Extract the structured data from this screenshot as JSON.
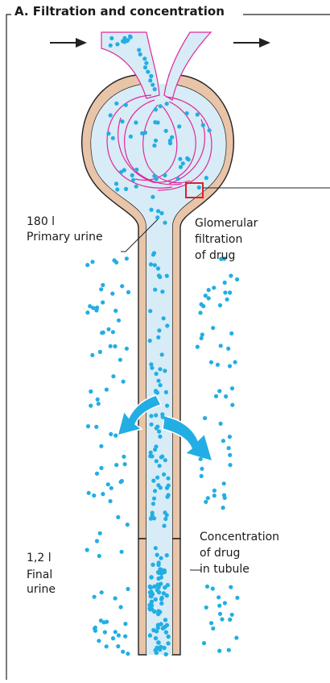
{
  "panel": {
    "title": "A. Filtration and concentration"
  },
  "labels": {
    "primary_volume": "180 l",
    "primary_urine": "Primary urine",
    "glomerular_filtration": "Glomerular\nfiltration\nof drug",
    "concentration": "Concentration\nof drug\nin tubule",
    "final_volume": "1,2 l",
    "final_urine": "Final\nurine"
  },
  "colors": {
    "dots": "#22aee4",
    "lumen": "#d7ecf6",
    "tubule_wall": "#e8c4a8",
    "outline": "#222222",
    "capillary": "#e0289b",
    "highlight": "#d9222e"
  },
  "icons": {
    "inflow": "arrow-right-icon",
    "outflow": "arrow-right-icon",
    "reabsorption": "curved-arrow-icon"
  }
}
